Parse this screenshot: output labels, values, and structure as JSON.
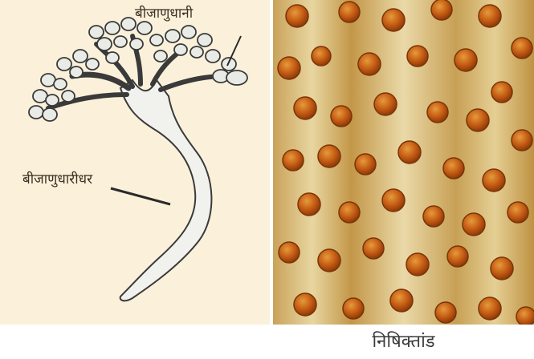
{
  "labels": {
    "sporangium": "बीजाणुधानी",
    "sporangiophore": "बीजाणुधारीधर",
    "zygospore": "निषिक्तांड"
  },
  "colors": {
    "left_bg": "#fbf1da",
    "sporangium_fill": "#e9ebe6",
    "stalk_fill": "#f1f2ee",
    "outline": "#3a3a3a",
    "right_bg": "#d7b56f",
    "zygospore_color": "#c35a12"
  }
}
